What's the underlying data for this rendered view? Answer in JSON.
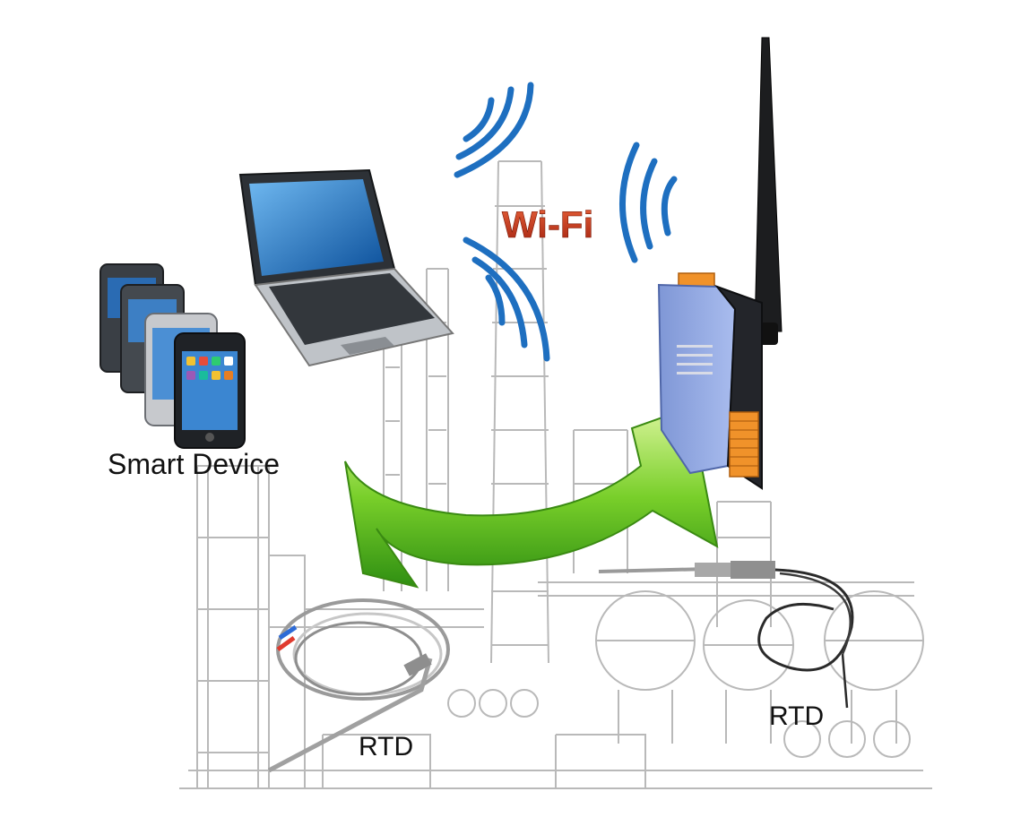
{
  "labels": {
    "smart_device": "Smart Device",
    "wifi": "Wi-Fi",
    "rtd_left": "RTD",
    "rtd_right": "RTD"
  },
  "colors": {
    "plant_lines": "#b8b8b8",
    "wifi_waves": "#1e6fc0",
    "wifi_text": "#c0391b",
    "arrow_green": "#6cc31f",
    "module_body": "#8fa6e0",
    "terminal_orange": "#f0922a"
  },
  "icons": {
    "phones": "smartphones-icon",
    "laptop": "laptop-icon",
    "module": "wifi-io-module-icon",
    "antenna": "antenna-icon",
    "arrow": "curved-arrow-icon",
    "sensor": "rtd-sensor-icon"
  }
}
